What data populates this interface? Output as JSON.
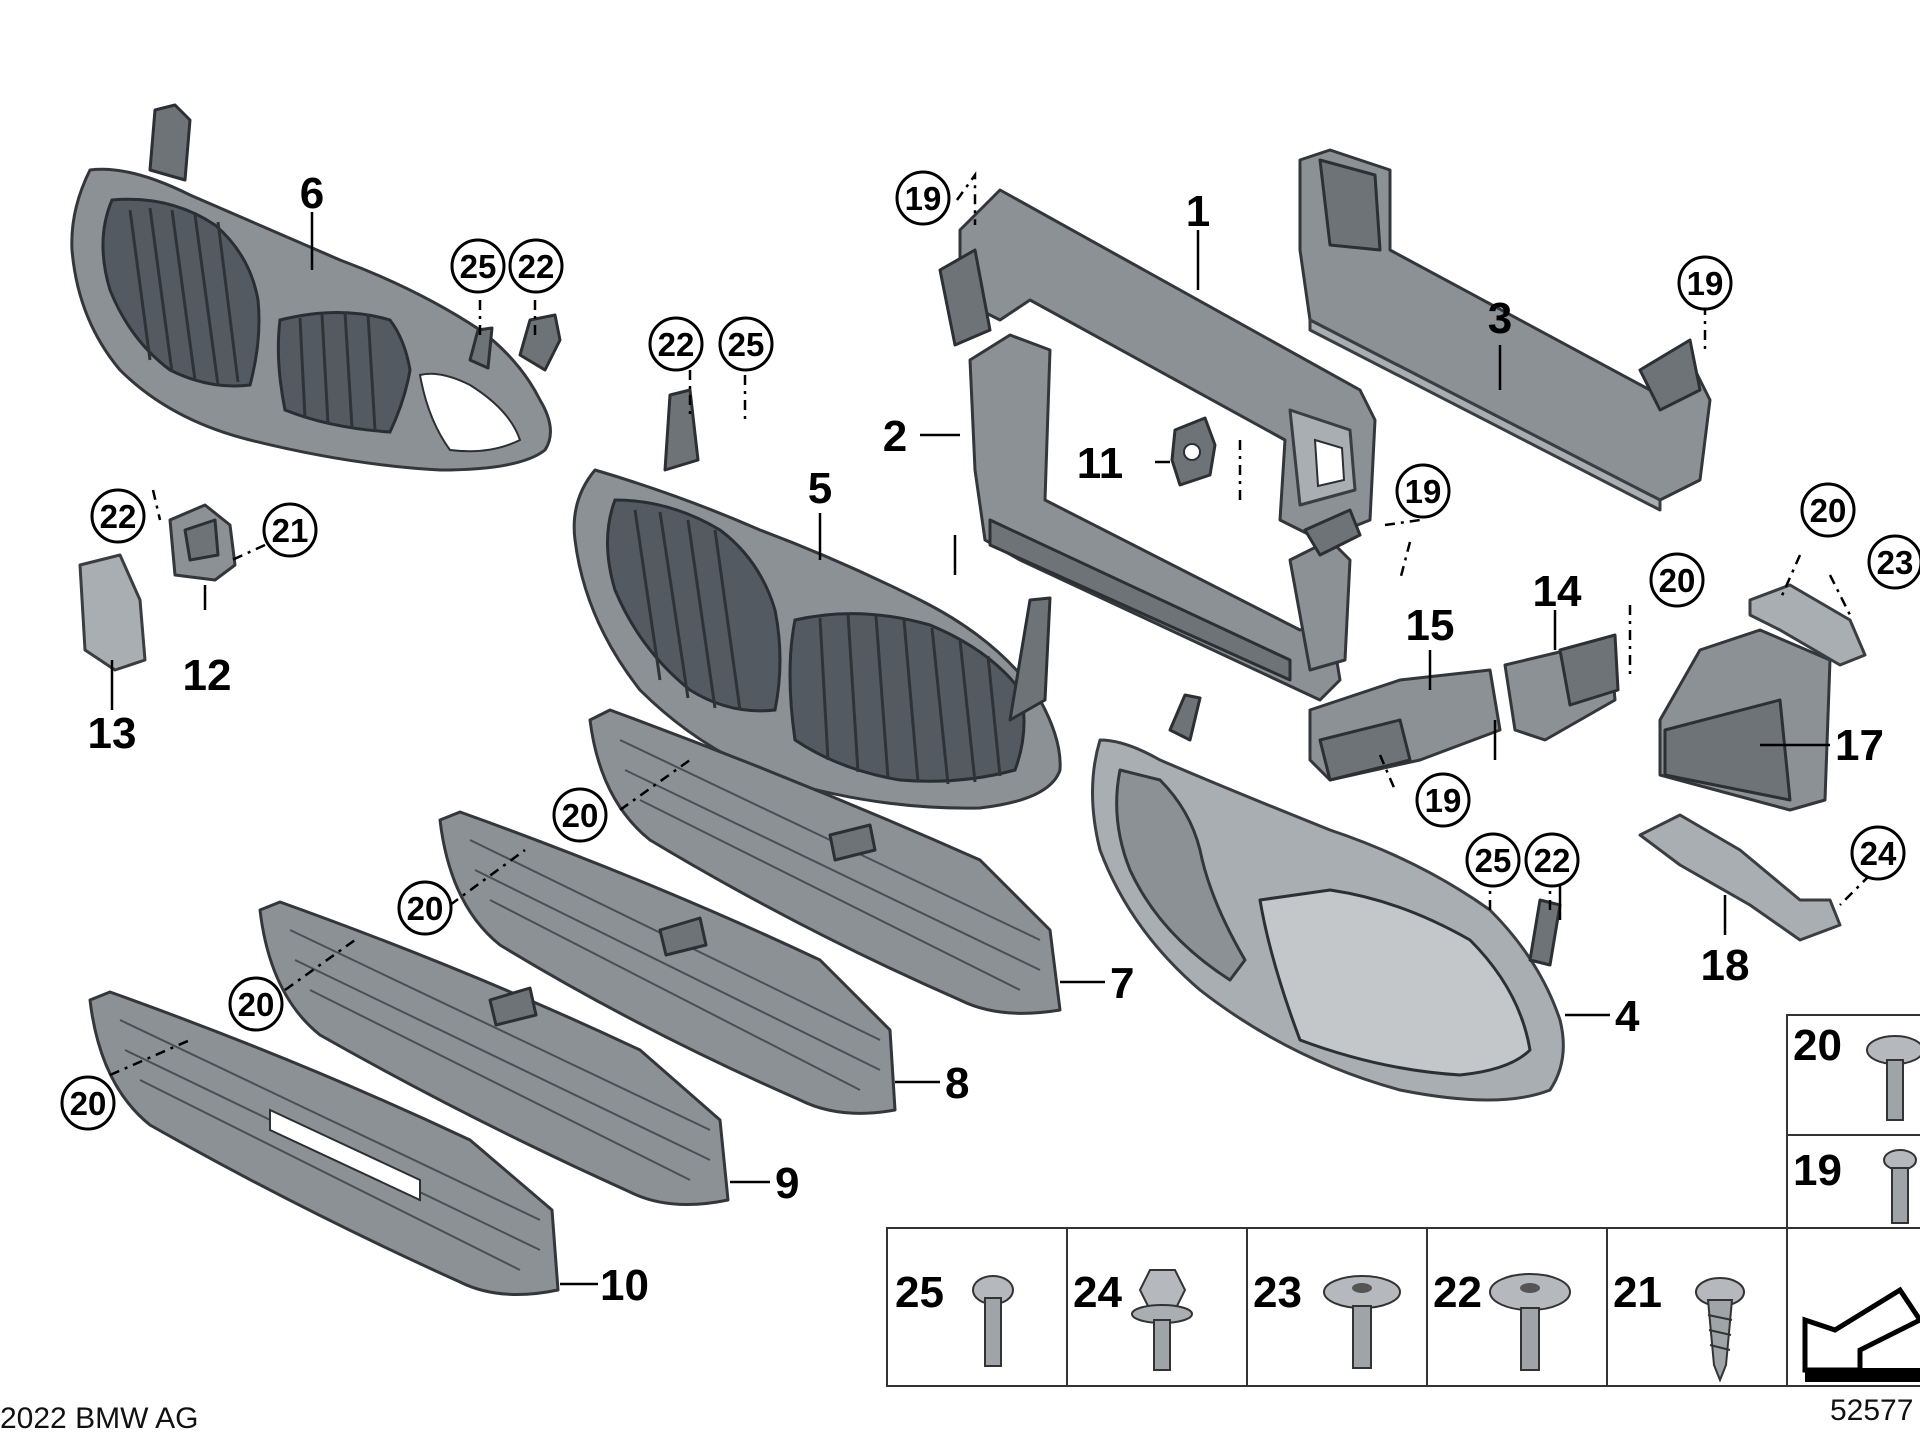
{
  "labels": {
    "p1": "1",
    "p2": "2",
    "p3": "3",
    "p4": "4",
    "p5": "5",
    "p6": "6",
    "p7": "7",
    "p8": "8",
    "p9": "9",
    "p10": "10",
    "p11": "11",
    "p12": "12",
    "p13": "13",
    "p14": "14",
    "p15": "15",
    "p17": "17",
    "p18": "18"
  },
  "callouts": {
    "c19": "19",
    "c20": "20",
    "c21": "21",
    "c22": "22",
    "c23": "23",
    "c24": "24",
    "c25": "25"
  },
  "hardware": {
    "h25": "25",
    "h24": "24",
    "h23": "23",
    "h22": "22",
    "h21": "21",
    "h20": "20",
    "h19": "19"
  },
  "footer": {
    "copyright": "2022 BMW AG",
    "diagram_number": "52577"
  }
}
